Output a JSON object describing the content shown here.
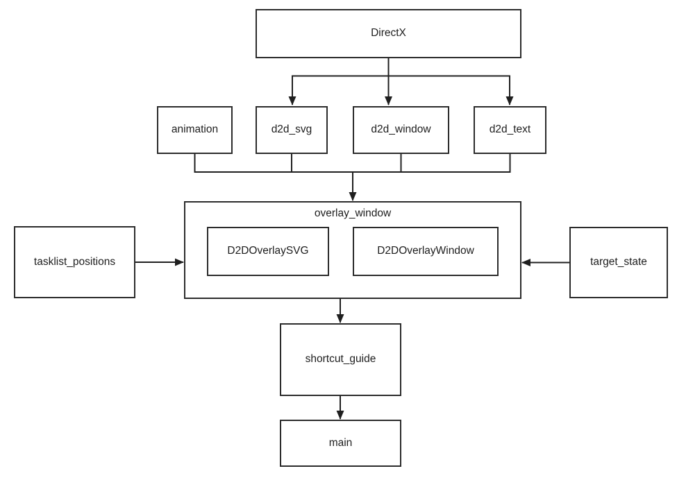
{
  "diagram": {
    "title": "module dependency diagram",
    "colors": {
      "background": "#ffffff",
      "node_fill": "#ffffff",
      "node_border": "#2b2b2b",
      "edge": "#1f1f1f",
      "text": "#1d1d1d"
    },
    "nodes": {
      "directx": {
        "label": "DirectX"
      },
      "animation": {
        "label": "animation"
      },
      "d2d_svg": {
        "label": "d2d_svg"
      },
      "d2d_window": {
        "label": "d2d_window"
      },
      "d2d_text": {
        "label": "d2d_text"
      },
      "overlay_window": {
        "label": "overlay_window"
      },
      "d2d_overlay_svg": {
        "label": "D2DOverlaySVG"
      },
      "d2d_overlay_window": {
        "label": "D2DOverlayWindow"
      },
      "tasklist_positions": {
        "label": "tasklist_positions"
      },
      "target_state": {
        "label": "target_state"
      },
      "shortcut_guide": {
        "label": "shortcut_guide"
      },
      "main": {
        "label": "main"
      }
    },
    "edges": [
      {
        "from": "DirectX",
        "to": "d2d_svg"
      },
      {
        "from": "DirectX",
        "to": "d2d_window"
      },
      {
        "from": "DirectX",
        "to": "d2d_text"
      },
      {
        "from": "animation",
        "to": "overlay_window"
      },
      {
        "from": "d2d_svg",
        "to": "overlay_window"
      },
      {
        "from": "d2d_window",
        "to": "overlay_window"
      },
      {
        "from": "d2d_text",
        "to": "overlay_window"
      },
      {
        "from": "tasklist_positions",
        "to": "overlay_window"
      },
      {
        "from": "target_state",
        "to": "overlay_window"
      },
      {
        "from": "overlay_window",
        "to": "shortcut_guide"
      },
      {
        "from": "shortcut_guide",
        "to": "main"
      }
    ]
  }
}
